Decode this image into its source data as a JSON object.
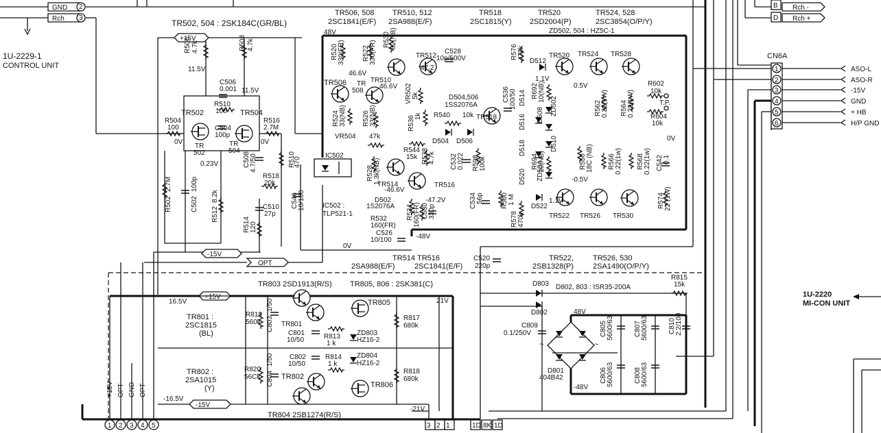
{
  "headings": {
    "tr502_504": "TR502, 504 : 2SK184C(GR/BL)",
    "tr506_508": "TR506, 508",
    "tr506_508_type": "2SC1841(E/F)",
    "tr510_512": "TR510, 512",
    "tr510_512_type": "2SA988(E/F)",
    "tr518": "TR518",
    "tr518_type": "2SC1815(Y)",
    "tr520": "TR520",
    "tr520_type": "2SD2004(P)",
    "tr524_528": "TR524, 528",
    "tr524_528_type": "2SC3854(O/P/Y)",
    "zd502_504": "ZD502, 504 : HZ5C-1",
    "tr514_bottom": "TR514",
    "tr514_bottom_type": "2SA988(E/F)",
    "tr516_bottom": "TR516",
    "tr516_bottom_type": "2SC1841(E/F)",
    "tr522_bottom": "TR522,",
    "tr522_bottom_type": "2SB1328(P)",
    "tr526_530_bottom": "TR526, 530",
    "tr526_530_bottom_type": "2SA1490(O/P/Y)",
    "tr803": "TR803  2SD1913(R/S)",
    "tr805_806": "TR805, 806 : 2SK381(C)",
    "d802_803": "D802, 803 : ISR35-200A",
    "tr804": "TR804  2SB1274(R/S)"
  },
  "side": {
    "left_unit_code": "1U-2229-1",
    "left_unit_name": "CONTROL UNIT",
    "right_unit_code": "1U-2220",
    "right_unit_name": "MI-CON UNIT",
    "gnd_top": "GND",
    "rch_top": "Rch",
    "gnd_num": "2",
    "rch_num": "3",
    "rch_minus": "Rch -",
    "rch_plus": "Rch +",
    "pin_b": "B",
    "pin_d": "D",
    "cn6a": "CN6A"
  },
  "cn6a_pins": [
    {
      "num": "1",
      "label": "ASO-L"
    },
    {
      "num": "2",
      "label": "ASO-R"
    },
    {
      "num": "3",
      "label": "-15V"
    },
    {
      "num": "4",
      "label": "GND"
    },
    {
      "num": "5",
      "label": "+ HB"
    },
    {
      "num": "6",
      "label": "H/P GND"
    }
  ],
  "rails": {
    "p15": "+15V",
    "m15": "-15V",
    "p15b": "+15V",
    "m15b": "-15V",
    "v48": "48V",
    "m48": "-48V",
    "v0a": "0V",
    "v0b": "0V",
    "v0c": "0V",
    "v0d": "0V",
    "opt": "OPT",
    "v165": "16.5V",
    "vm165": "-16.5V",
    "v21": "21V",
    "vm21": "-21V",
    "v48b": "48V",
    "vm48b": "-48V"
  },
  "bottom_pins": [
    {
      "num": "1",
      "label": "+15V"
    },
    {
      "num": "2",
      "label": "OPT"
    },
    {
      "num": "3",
      "label": "GND"
    },
    {
      "num": "4",
      "label": "OPT"
    },
    {
      "num": "5",
      "label": ""
    }
  ],
  "bottom_boxes": [
    "3",
    "2",
    "1",
    "1D",
    "8K",
    "1D"
  ],
  "voltages": {
    "v115a": "11.5V",
    "v115b": "11.5V",
    "v466a": "46.6V",
    "v466b": "46.6V",
    "v472": "47.2",
    "v472b": "-47.2V",
    "vm466": "-46.6V",
    "v023": "0.23V",
    "v11": "1.1V",
    "v11b": "1.1V",
    "v05": "0.5V",
    "vm05": "-0.5V",
    "tp": "T.P."
  },
  "components": {
    "r506": "R506",
    "r506v": "4.7k",
    "r508": "R508",
    "r508v": "4.7k",
    "c506": "C506",
    "c506v": "0.001",
    "r510": "R510",
    "r510v": "100",
    "r504": "R504",
    "r504v": "100",
    "c504": "C504",
    "c504v": "100p",
    "r516": "R516",
    "r516v": "2.7M",
    "r510b": "R510",
    "r510bv": "470",
    "c508": "C508",
    "c508v": "4.7/50",
    "r518": "R518",
    "r518v": "20k",
    "c510": "C510",
    "c510v": "27p",
    "c546": "C546",
    "c546v": "10/100",
    "r502": "R502",
    "r502v": "2.7M",
    "c502": "C502",
    "c502v": "100p",
    "r512": "R512",
    "r512v": "8.2k",
    "r514": "R514",
    "r514v": "120",
    "tr502": "TR502",
    "tr502b": "TR",
    "tr502c": "502",
    "tr504": "TR504",
    "tr504b": "TR",
    "tr504c": "504",
    "ic502": "IC502",
    "ic502_label": "IC502 :",
    "ic502_type": "TLP521-1",
    "r520": "R520",
    "r520v": "330(FR)",
    "r522": "R522",
    "r522v": "330(FR)",
    "r530": "R530",
    "r530v": "82(NB)",
    "c528": "C528",
    "c528v": "10p/500V",
    "tr512": "TR512",
    "tr506": "TR506",
    "tr508": "TR",
    "tr508b": "508",
    "tr510": "TR510",
    "r524": "R524",
    "r524v": "33(NB)",
    "r526": "R526",
    "r526v": "33(NB)",
    "vr502": "VR502",
    "vr502v": "5k",
    "d504_506": "D504,506",
    "d504_506_type": "1SS2076A",
    "r540": "R540",
    "r540v": "10k",
    "r536": "R536",
    "r536v": "1k",
    "d504": "D504",
    "d506": "D506",
    "c536": "C536",
    "c536v": "100/50",
    "tr518_lbl": "TR518",
    "vr504": "VR504",
    "vr504v": "47k",
    "r544": "R544",
    "r544v": "15k",
    "r528": "R528",
    "r528v": "1.3k(NB)",
    "r538": "R538",
    "r538v": "4.7k",
    "c532": "C532",
    "c532v": "0.022",
    "r598": "R598",
    "r598v": "100k",
    "tr514": "TR514",
    "tr516": "TR516",
    "d502": "D502",
    "d502_type": "1S2076A",
    "r532": "R532",
    "r532v": "160(FR)",
    "r534": "R534",
    "r534v": "160(FR)",
    "c530": "C530",
    "c530v": "330p",
    "c526": "C526",
    "c526v": "10/100",
    "c534": "C534",
    "c534v": "56p",
    "r580": "R580",
    "r580v": "1 M",
    "r578": "R578",
    "r578v": "470k",
    "r576": "R576",
    "r576v": "470k",
    "d512": "D512",
    "tr520_lbl": "TR520",
    "tr524_lbl": "TR524",
    "tr528_lbl": "TR528",
    "r692": "R692",
    "r692v": "10(NB)",
    "zd502": "ZD502",
    "d514": "D514",
    "d516": "D516",
    "d508": "D508",
    "d510": "D510",
    "d518": "D518",
    "d520": "D520",
    "r694": "R694",
    "r694v": "10(NB)",
    "zd504": "ZD504",
    "d522": "D522",
    "tr522_lbl": "TR522",
    "tr526_lbl": "TR526",
    "tr530_lbl": "TR530",
    "r562": "R562",
    "r562v": "0.22(1W)",
    "r564": "R564",
    "r564v": "0.22(1W)",
    "r602": "R602",
    "r602v": "10k",
    "r604": "R604",
    "r604v": "10k",
    "r550": "R550",
    "r550v": "18C (NB)",
    "r566": "R566",
    "r566v": "0.22(1w)",
    "r568": "R568",
    "r568v": "0.22(1w)",
    "c542": "C542",
    "c542v": "0.1",
    "r574": "R574",
    "r574v": "22 (1W)",
    "c520": "C520",
    "c520v": "220p",
    "r819": "R819",
    "r819v": "560k",
    "c803": "C803",
    "c803v": "1/50",
    "tr801": "TR801",
    "tr801_side": "TR801 :",
    "tr801_type": "2SC1815",
    "tr801_rank": "(BL)",
    "c801": "C801",
    "c801v": "10/50",
    "r813": "R813",
    "r813v": "1 k",
    "zd803": "ZD803",
    "zd803v": "HZ16-2",
    "tr805_lbl": "TR805",
    "r817": "R817",
    "r817v": "680k",
    "tr802_side": "TR802 :",
    "tr802_type": "2SA1015",
    "tr802_rank": "(Y)",
    "r820": "R820",
    "r820v": "56Ck",
    "c804": "C804",
    "c804v": "1/50",
    "c802": "C802",
    "c802v": "10/50",
    "r814": "R814",
    "r814v": "1 k",
    "zd804": "ZD804",
    "zd804v": "HZ16-2",
    "tr802": "TR802",
    "tr806_lbl": "TR806",
    "r818": "R818",
    "r818v": "680k",
    "d803": "D803",
    "d802": "D802",
    "r815": "R815",
    "r815v": "15k",
    "c809": "C809",
    "c809v": "0.1/250V",
    "d801": "D801",
    "d801v": "404B42",
    "c805": "C805",
    "c805v": "5600/63",
    "c807": "C807",
    "c807v": "5600/63",
    "c810": "C810",
    "c810v": "2.2/100",
    "c806": "C806",
    "c806v": "5600/63",
    "c808": "C808",
    "c808v": "5600/63",
    "tilde1": "~",
    "tilde2": "~"
  }
}
